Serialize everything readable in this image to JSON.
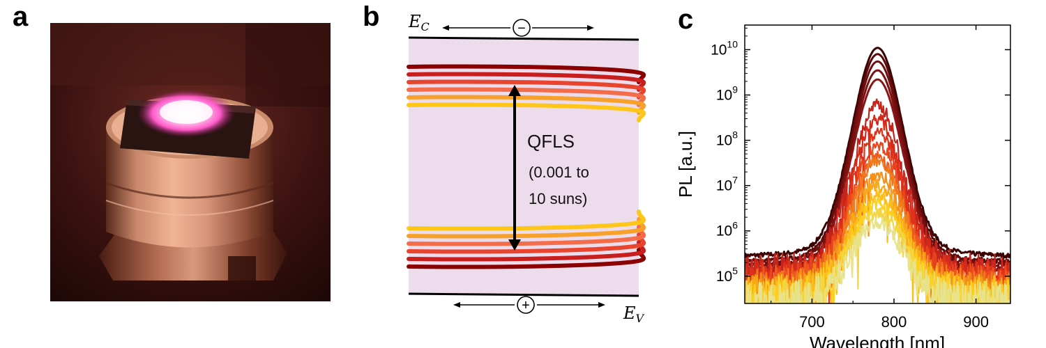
{
  "panels": {
    "a": {
      "label": "a"
    },
    "b": {
      "label": "b",
      "ec_main": "E",
      "ec_sub": "C",
      "ev_main": "E",
      "ev_sub": "V",
      "electron_symbol": "−",
      "hole_symbol": "+",
      "qfls_line1": "QFLS",
      "qfls_line2": "(0.001 to",
      "qfls_line3": "10 suns)",
      "level_colors": [
        "#8b0000",
        "#c81e1e",
        "#e8442e",
        "#f36d4a",
        "#f7a12a",
        "#ffc61a"
      ],
      "band_fill": "#ecdcec"
    },
    "c": {
      "label": "c"
    }
  },
  "chart_data": {
    "type": "line",
    "xlabel": "Wavelength [nm]",
    "ylabel": "PL [a.u.]",
    "xlim": [
      618,
      942
    ],
    "xticks": [
      700,
      800,
      900
    ],
    "yscale": "log",
    "ylim": [
      25000,
      35000000000
    ],
    "yticks": [
      {
        "value": 100000,
        "base": "10",
        "exp": "5"
      },
      {
        "value": 1000000,
        "base": "10",
        "exp": "6"
      },
      {
        "value": 10000000,
        "base": "10",
        "exp": "7"
      },
      {
        "value": 100000000,
        "base": "10",
        "exp": "8"
      },
      {
        "value": 1000000000,
        "base": "10",
        "exp": "9"
      },
      {
        "value": 10000000000,
        "base": "10",
        "exp": "10"
      }
    ],
    "peak_wavelength": 780,
    "series": [
      {
        "peak": 11000000000,
        "noise": 400000,
        "color": "#3b0000"
      },
      {
        "peak": 8000000000,
        "noise": 300000,
        "color": "#5a0808"
      },
      {
        "peak": 5500000000,
        "noise": 250000,
        "color": "#6e0f0f"
      },
      {
        "peak": 3500000000,
        "noise": 200000,
        "color": "#7d1111"
      },
      {
        "peak": 2200000000,
        "noise": 180000,
        "color": "#8b1414"
      },
      {
        "peak": 600000000,
        "noise": 150000,
        "color": "#c4241c"
      },
      {
        "peak": 300000000,
        "noise": 120000,
        "color": "#d42a1a"
      },
      {
        "peak": 150000000,
        "noise": 100000,
        "color": "#e0341a"
      },
      {
        "peak": 80000000,
        "noise": 90000,
        "color": "#e8451c"
      },
      {
        "peak": 45000000,
        "noise": 80000,
        "color": "#ee5a1e"
      },
      {
        "peak": 35000000,
        "noise": 70000,
        "color": "#f07a1e"
      },
      {
        "peak": 18000000,
        "noise": 60000,
        "color": "#f5901a"
      },
      {
        "peak": 10000000,
        "noise": 55000,
        "color": "#f8a818"
      },
      {
        "peak": 6000000,
        "noise": 50000,
        "color": "#fbbe1a"
      },
      {
        "peak": 4000000,
        "noise": 45000,
        "color": "#fdd020"
      },
      {
        "peak": 2500000,
        "noise": 40000,
        "color": "#f2d64a"
      },
      {
        "peak": 1500000,
        "noise": 35000,
        "color": "#e8e28a"
      }
    ]
  }
}
